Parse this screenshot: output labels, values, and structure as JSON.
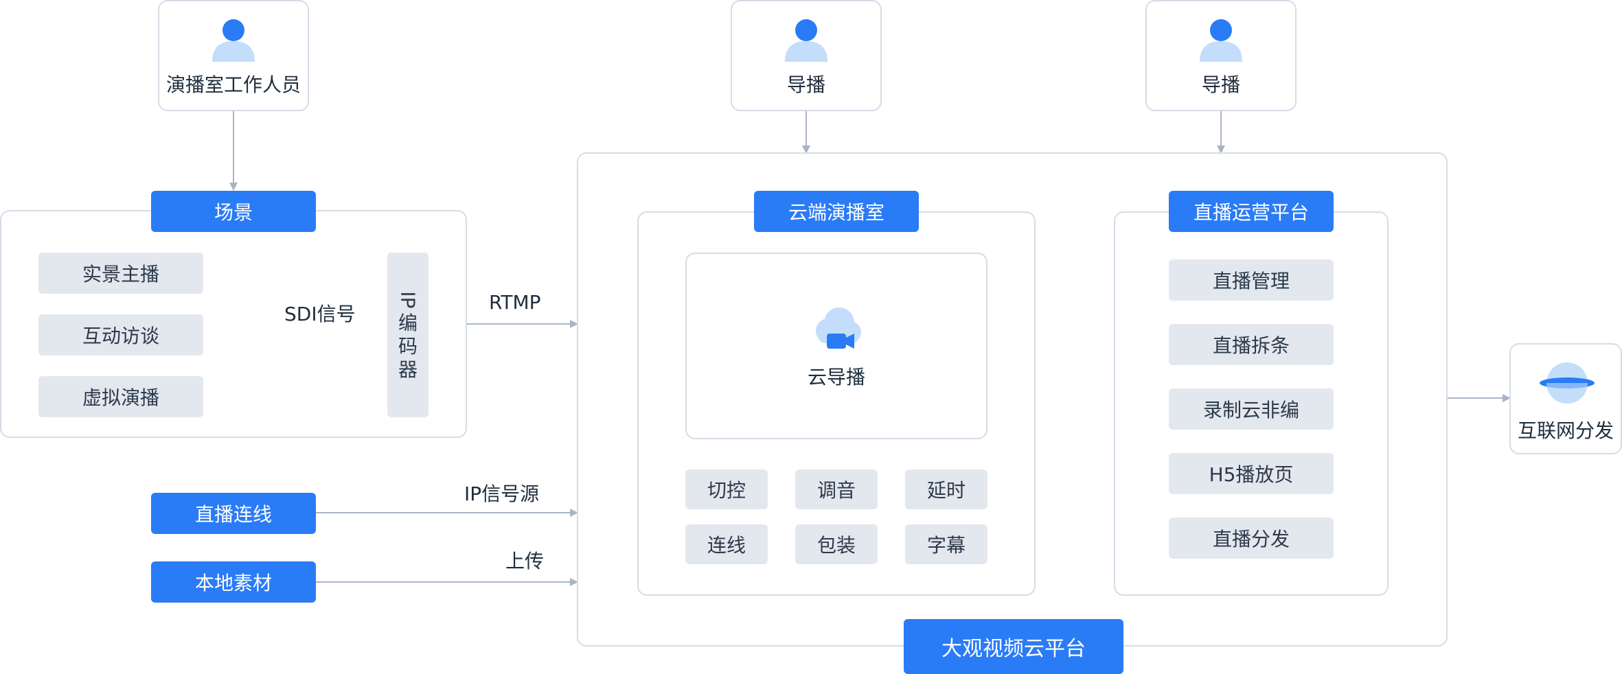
{
  "people": {
    "studio_staff": "演播室工作人员",
    "director_1": "导播",
    "director_2": "导播"
  },
  "scene": {
    "title": "场景",
    "items": [
      "实景主播",
      "互动访谈",
      "虚拟演播"
    ],
    "sdi_label": "SDI信号",
    "encoder_chars": [
      "IP",
      "编",
      "码",
      "器"
    ]
  },
  "edges": {
    "rtmp": "RTMP",
    "ip_source": "IP信号源",
    "upload": "上传"
  },
  "sources": {
    "live_link": "直播连线",
    "local_material": "本地素材"
  },
  "cloud_studio": {
    "title": "云端演播室",
    "director_label": "云导播",
    "functions": [
      "切控",
      "调音",
      "延时",
      "连线",
      "包装",
      "字幕"
    ]
  },
  "ops_platform": {
    "title": "直播运营平台",
    "items": [
      "直播管理",
      "直播拆条",
      "录制云非编",
      "H5播放页",
      "直播分发"
    ]
  },
  "platform": {
    "title": "大观视频云平台"
  },
  "internet": {
    "label": "互联网分发"
  },
  "colors": {
    "accent": "#2a7bf6",
    "line": "#a9b4c4",
    "box_gray": "#e3e7ee",
    "icon_light": "#c4ddfb"
  }
}
